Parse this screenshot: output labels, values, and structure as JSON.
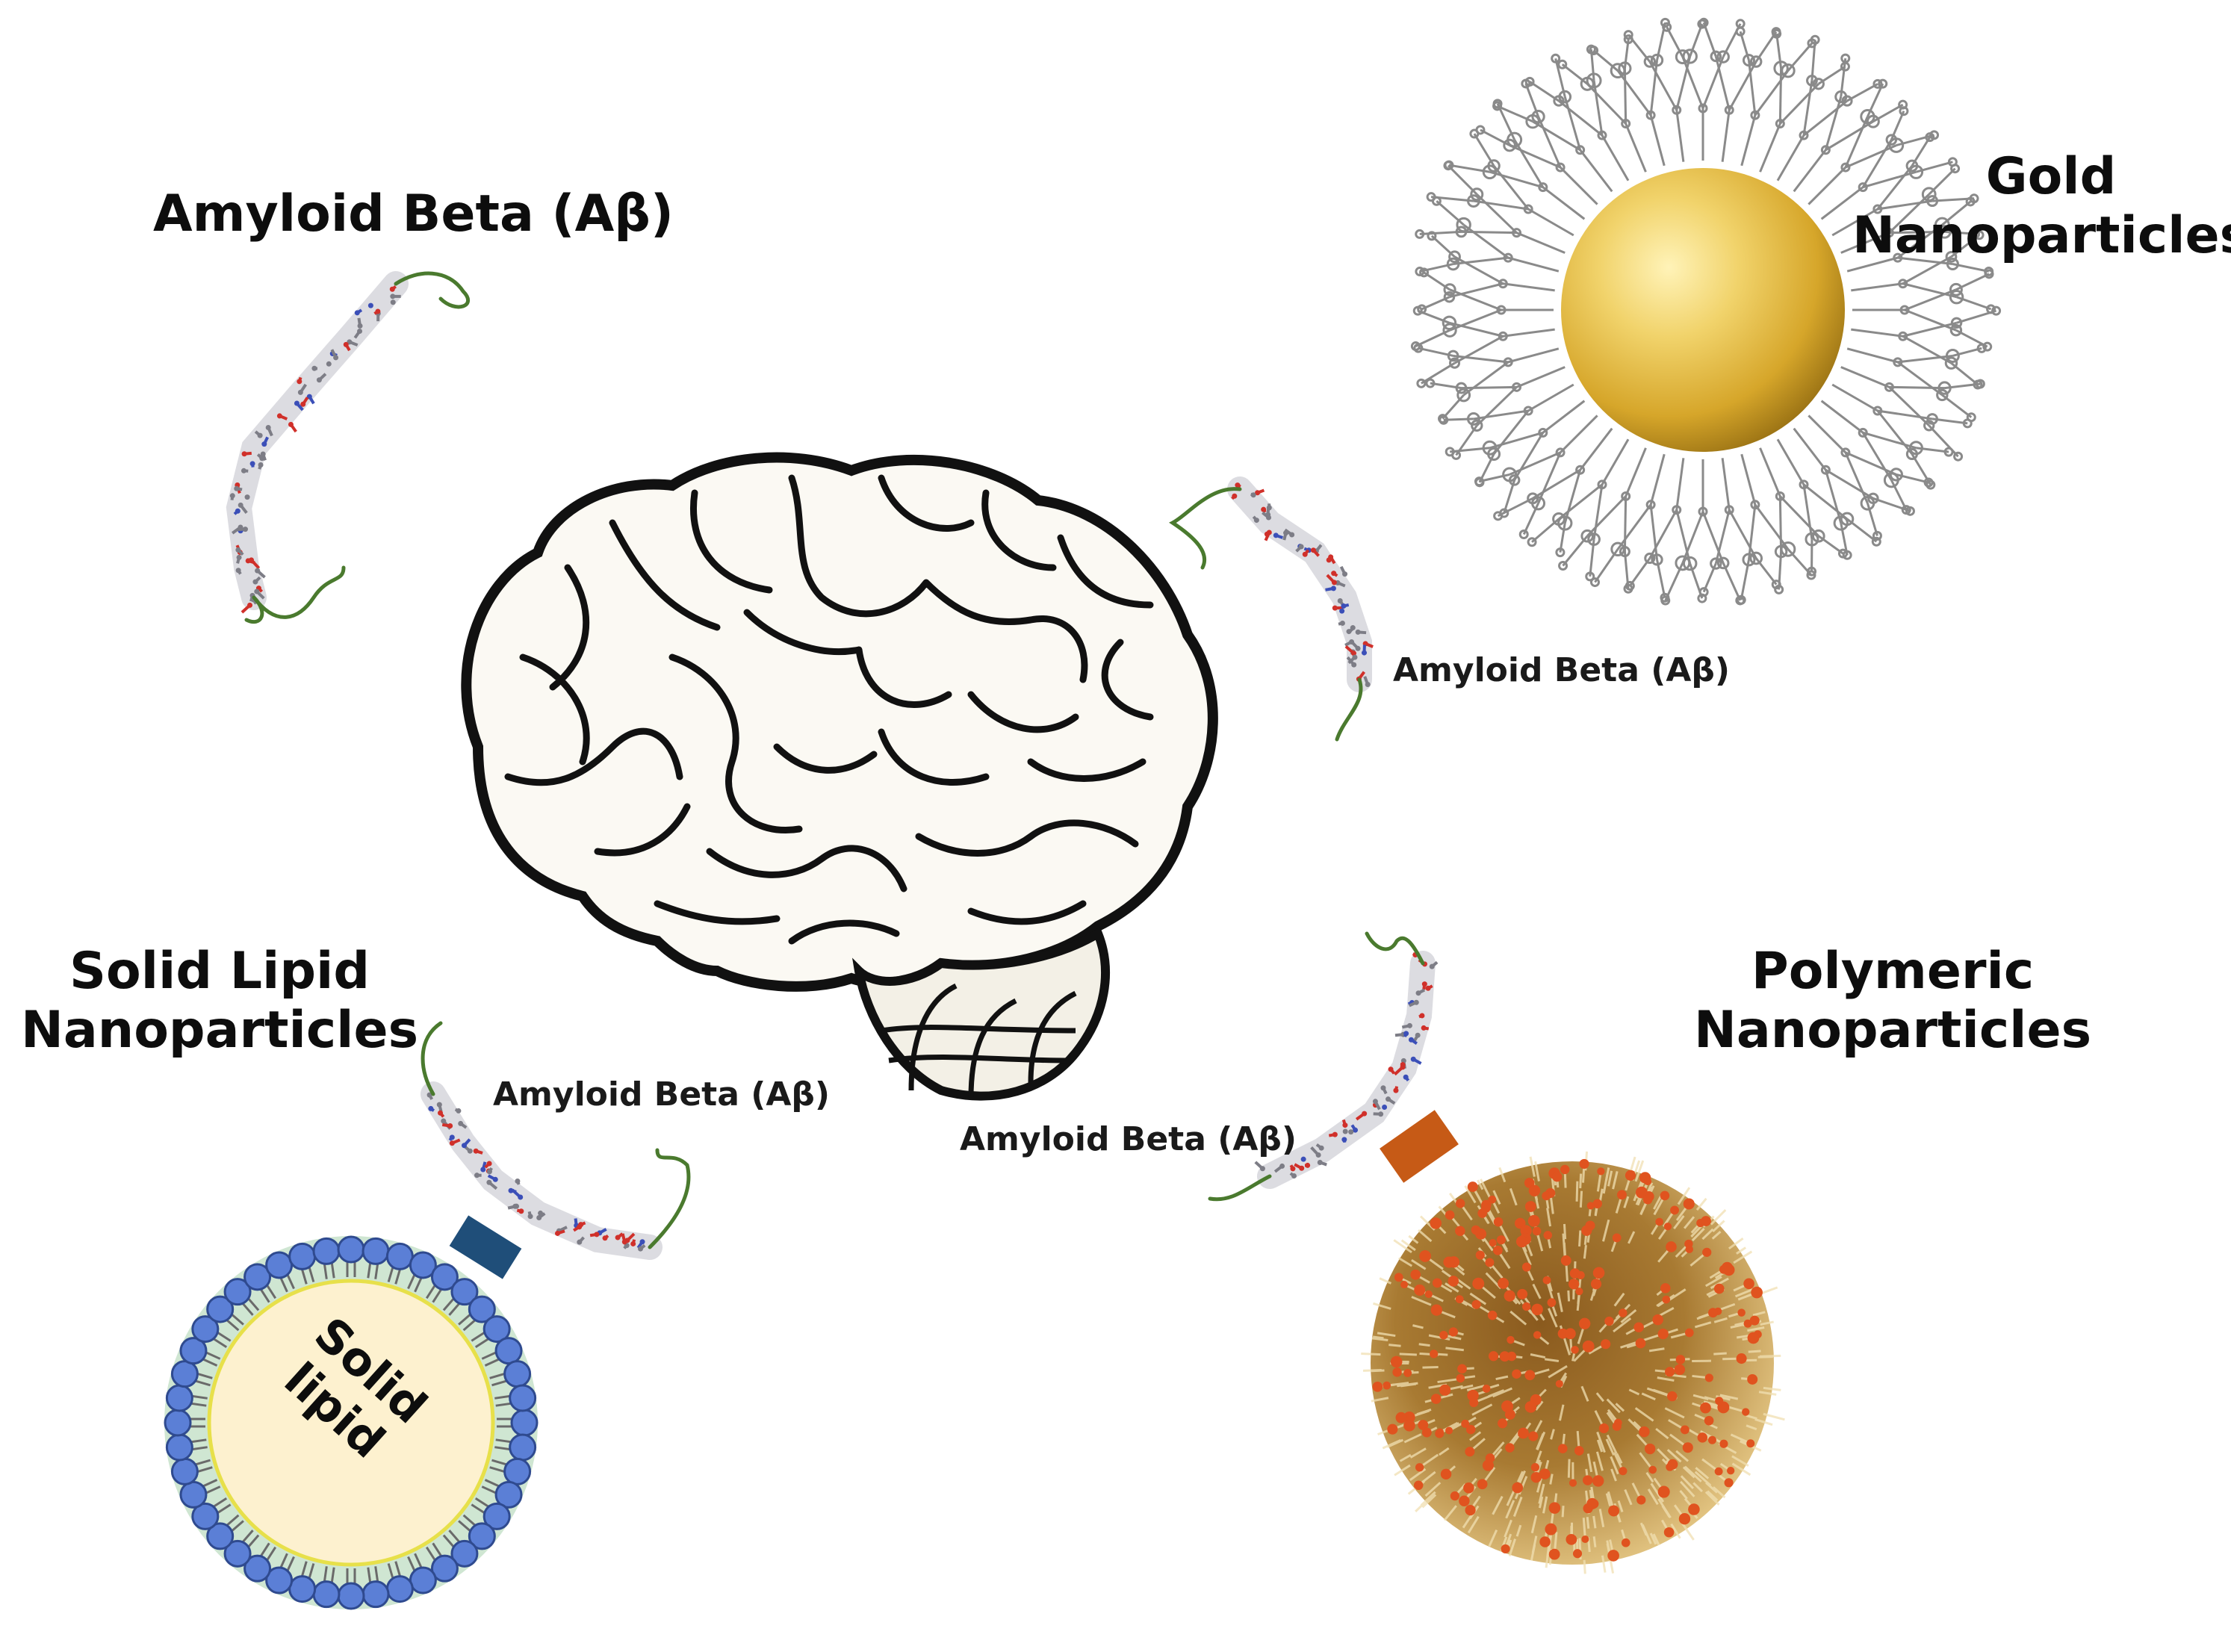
{
  "labels": {
    "amyloid_title": "Amyloid Beta (Aβ)",
    "gold_line1": "Gold",
    "gold_line2": "Nanoparticles",
    "sln_line1": "Solid Lipid",
    "sln_line2": "Nanoparticles",
    "polymeric_line1": "Polymeric",
    "polymeric_line2": "Nanoparticles",
    "amyloid_gold": "Amyloid Beta (Aβ)",
    "amyloid_sln": "Amyloid Beta (Aβ)",
    "amyloid_polymeric": "Amyloid Beta (Aβ)",
    "solid_lipid_core_line1": "Solid",
    "solid_lipid_core_line2": "lipid"
  },
  "colors": {
    "gold": "#e8c14a",
    "lipid_head": "#5b7fd6",
    "lipid_shell": "#cfe6d2",
    "lipid_core": "#fdf1cf",
    "sln_linker": "#1f4e79",
    "polymer_linker": "#c65a16",
    "polymer_body": "#c9a453",
    "polymer_dots": "#e0531f",
    "peptide_tail": "#4a7a2e",
    "brain_outline": "#111111",
    "brain_fill": "#fbf9f3"
  },
  "icons": [
    "brain-icon",
    "amyloid-peptide-icon",
    "gold-nanoparticle-icon",
    "solid-lipid-nanoparticle-icon",
    "polymeric-nanoparticle-icon"
  ]
}
